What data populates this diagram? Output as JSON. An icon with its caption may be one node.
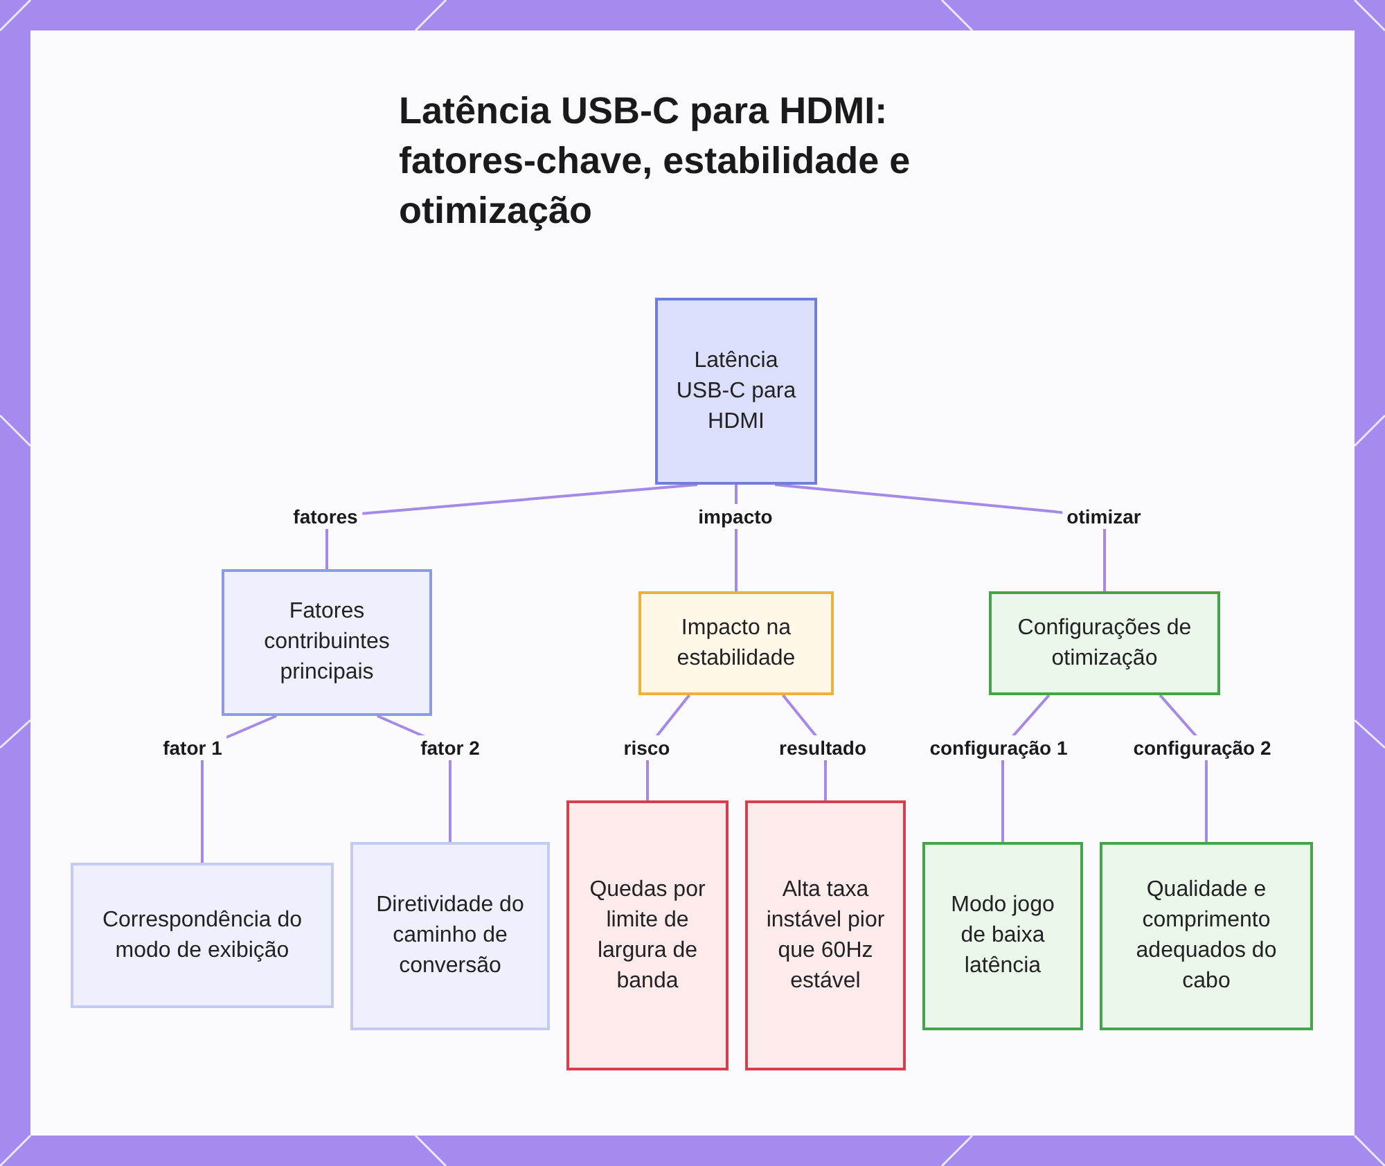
{
  "diagram": {
    "title": "Latência USB-C para HDMI: fatores-chave, estabilidade e otimização",
    "nodes": [
      {
        "text": [
          "Latência USB-C para HDMI"
        ]
      },
      {
        "text": [
          "Fatores contribuintes principais"
        ]
      },
      {
        "text": [
          "Impacto na estabilidade"
        ]
      },
      {
        "text": [
          "Configurações de otimização"
        ]
      },
      {
        "text": [
          "Correspondência do modo de exibição"
        ]
      },
      {
        "text": [
          "Diretividade do caminho de conversão"
        ]
      },
      {
        "text": [
          "Quedas por limite de largura de banda"
        ]
      },
      {
        "text": [
          "Alta taxa instável pior que 60Hz estável"
        ]
      },
      {
        "text": [
          "Modo jogo de baixa latência"
        ]
      },
      {
        "text": [
          "Qualidade e comprimento adequados do cabo"
        ]
      }
    ],
    "edges": [
      {
        "from": 0,
        "to": 1,
        "arrow": "none",
        "label": "fatores"
      },
      {
        "from": 0,
        "to": 2,
        "arrow": "none",
        "label": "impacto"
      },
      {
        "from": 0,
        "to": 3,
        "arrow": "none",
        "label": "otimizar"
      },
      {
        "from": 1,
        "to": 4,
        "arrow": "none",
        "label": "fator 1"
      },
      {
        "from": 1,
        "to": 5,
        "arrow": "none",
        "label": "fator 2"
      },
      {
        "from": 2,
        "to": 6,
        "arrow": "none",
        "label": "risco"
      },
      {
        "from": 2,
        "to": 7,
        "arrow": "none",
        "label": "resultado"
      },
      {
        "from": 3,
        "to": 8,
        "arrow": "none",
        "label": "configuração 1"
      },
      {
        "from": 3,
        "to": 9,
        "arrow": "none",
        "label": "configuração 2"
      }
    ]
  }
}
